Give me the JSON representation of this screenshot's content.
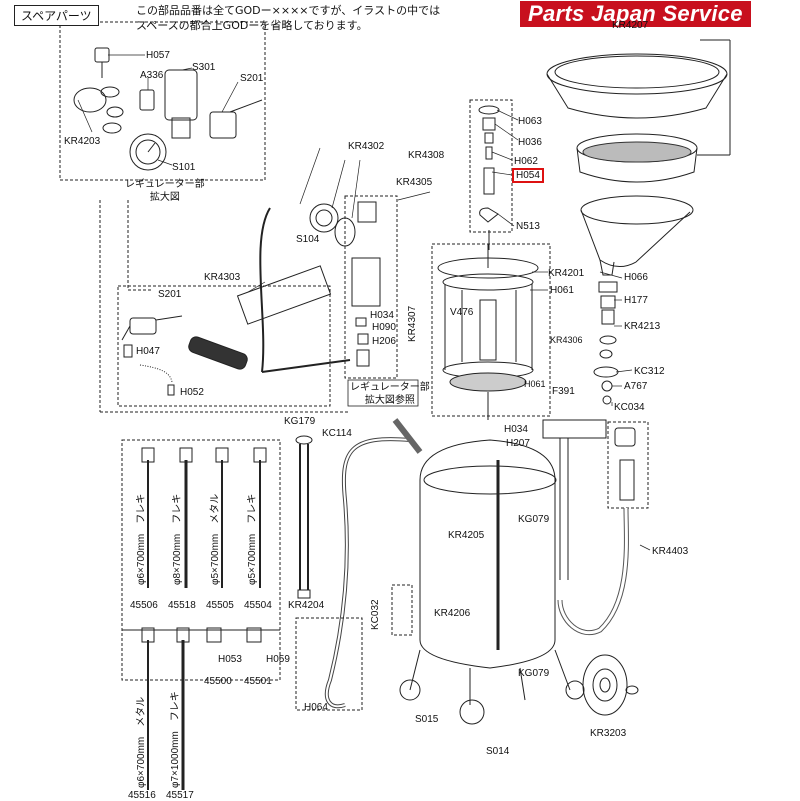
{
  "header": {
    "tag": "スペアパーツ",
    "note_line1": "この部品品番は全てGODー××××ですが、イラストの中では",
    "note_line2": "スペースの都合上GODーを省略しております。",
    "brand": "Parts Japan Service"
  },
  "captions": {
    "regulator_enlarged": "レギュレーター部\n拡大図",
    "regulator_ref": "レギュレーター部\n拡大図参照"
  },
  "labels": {
    "KR4207": "KR4207",
    "H063": "H063",
    "H036": "H036",
    "H062": "H062",
    "H054": "H054",
    "KR4308": "KR4308",
    "N513": "N513",
    "KR4302": "KR4302",
    "KR4305": "KR4305",
    "S104": "S104",
    "KR4303": "KR4303",
    "KR4307": "KR4307",
    "S201_main": "S201",
    "H034_reg": "H034",
    "H090": "H090",
    "H206": "H206",
    "H047": "H047",
    "H052": "H052",
    "V476": "V476",
    "KR4201": "KR4201",
    "H066": "H066",
    "H061_top": "H061",
    "H177": "H177",
    "KR4306": "KR4306",
    "KR4213": "KR4213",
    "KC312": "KC312",
    "H061_low": "H061",
    "A767": "A767",
    "F391": "F391",
    "KC034": "KC034",
    "KG179": "KG179",
    "KC114": "KC114",
    "H034_low": "H034",
    "H207": "H207",
    "KG079_a": "KG079",
    "KR4205": "KR4205",
    "KR4403": "KR4403",
    "KC032": "KC032",
    "KR4204": "KR4204",
    "KR4206": "KR4206",
    "KG079_b": "KG079",
    "H064": "H064",
    "S015": "S015",
    "S014": "S014",
    "KR3203": "KR3203",
    "H057": "H057",
    "A336": "A336",
    "S301": "S301",
    "S201_inset": "S201",
    "KR4203": "KR4203",
    "S101": "S101",
    "n45506": "45506",
    "n45518": "45518",
    "n45505": "45505",
    "n45504": "45504",
    "n45500": "45500",
    "n45501": "45501",
    "n45516": "45516",
    "n45517": "45517",
    "H053": "H053",
    "H059": "H059"
  },
  "probes": {
    "p1": "φ6×700mm　フレキ",
    "p2": "φ8×700mm　フレキ",
    "p3": "φ5×700mm　メタル",
    "p4": "φ5×700mm　フレキ",
    "p5": "φ6×700mm　メタル",
    "p6": "φ7×1000mm　フレキ"
  }
}
